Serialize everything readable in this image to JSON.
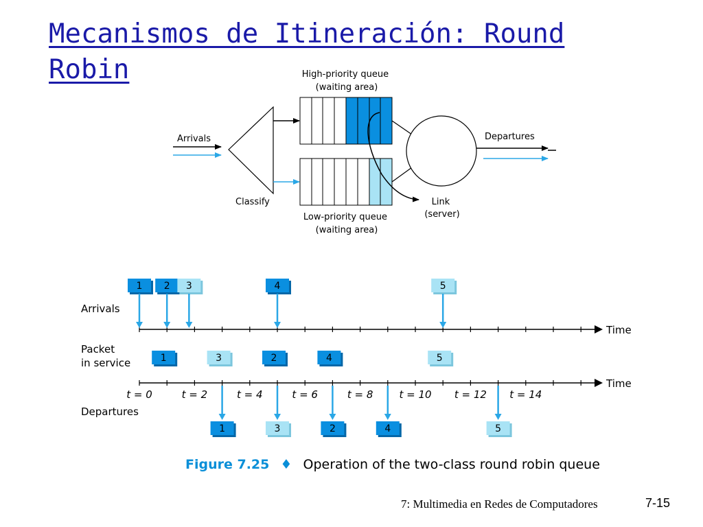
{
  "slide": {
    "title": "Mecanismos de Itineración: Round Robin",
    "footer_text": "7: Multimedia en Redes de Computadores",
    "page_number": "7-15"
  },
  "colors": {
    "title": "#1a1aa8",
    "high_priority": "#0a8fe0",
    "low_priority": "#a9e3f5",
    "arrow_blue": "#2aa7e6",
    "caption": "#0a8fd8"
  },
  "top_diagram": {
    "high_queue_label": [
      "High-priority queue",
      "(waiting area)"
    ],
    "low_queue_label": [
      "Low-priority queue",
      "(waiting area)"
    ],
    "arrivals_label": "Arrivals",
    "classify_label": "Classify",
    "departures_label": "Departures",
    "link_label": [
      "Link",
      "(server)"
    ]
  },
  "timeline": {
    "arrivals_label": "Arrivals",
    "service_label": [
      "Packet",
      "in service"
    ],
    "departures_label": "Departures",
    "time_label": "Time",
    "ticks": [
      "t = 0",
      "t = 2",
      "t = 4",
      "t = 6",
      "t = 8",
      "t = 10",
      "t = 12",
      "t = 14"
    ],
    "arrivals": [
      {
        "label": "1",
        "time": 0,
        "priority": "high"
      },
      {
        "label": "2",
        "time": 1,
        "priority": "high"
      },
      {
        "label": "3",
        "time": 1.8,
        "priority": "low"
      },
      {
        "label": "4",
        "time": 5,
        "priority": "high"
      },
      {
        "label": "5",
        "time": 11,
        "priority": "low"
      }
    ],
    "in_service": [
      {
        "label": "1",
        "start": 1,
        "priority": "high"
      },
      {
        "label": "3",
        "start": 3,
        "priority": "low"
      },
      {
        "label": "2",
        "start": 5,
        "priority": "high"
      },
      {
        "label": "4",
        "start": 7,
        "priority": "high"
      },
      {
        "label": "5",
        "start": 11,
        "priority": "low"
      }
    ],
    "departures": [
      {
        "label": "1",
        "time": 3,
        "priority": "high"
      },
      {
        "label": "3",
        "time": 5,
        "priority": "low"
      },
      {
        "label": "2",
        "time": 7,
        "priority": "high"
      },
      {
        "label": "4",
        "time": 9,
        "priority": "high"
      },
      {
        "label": "5",
        "time": 13,
        "priority": "low"
      }
    ]
  },
  "caption": {
    "figure": "Figure 7.25",
    "separator": "♦",
    "text": "Operation of the two-class round robin queue"
  }
}
